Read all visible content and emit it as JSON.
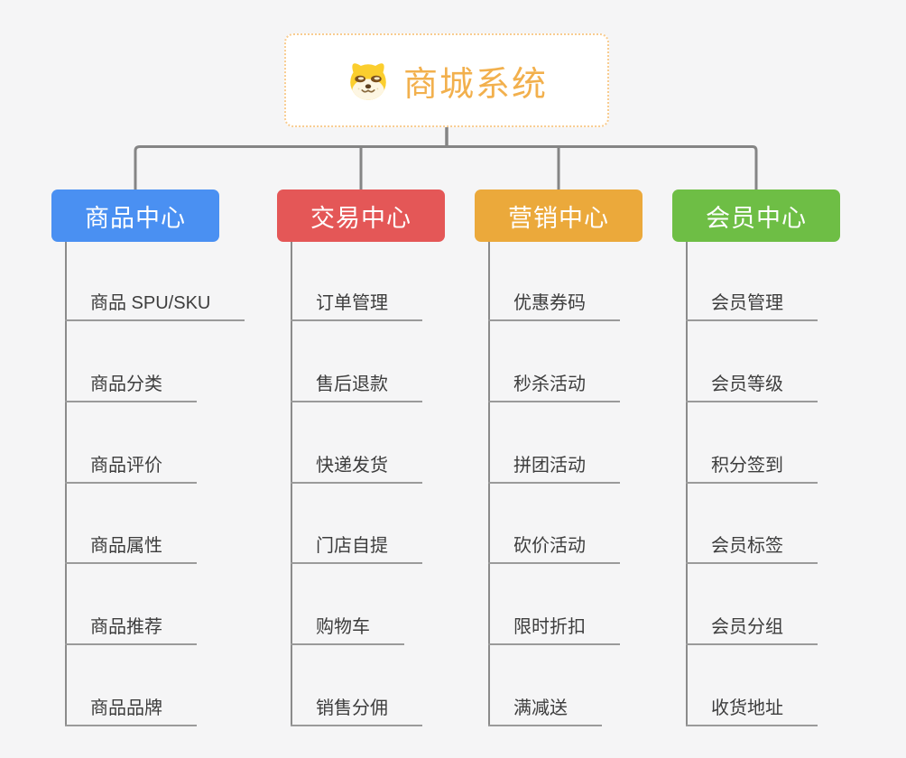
{
  "page": {
    "background_color": "#f5f5f6",
    "connector_color": "#858585",
    "underline_color": "#9a9a9a"
  },
  "root": {
    "title": "商城系统",
    "icon": "doge-icon",
    "text_color": "#f2b04d",
    "border_color": "#f8cc90"
  },
  "branches": [
    {
      "label": "商品中心",
      "color": "#4a90f2",
      "children": [
        "商品 SPU/SKU",
        "商品分类",
        "商品评价",
        "商品属性",
        "商品推荐",
        "商品品牌"
      ]
    },
    {
      "label": "交易中心",
      "color": "#e45757",
      "children": [
        "订单管理",
        "售后退款",
        "快递发货",
        "门店自提",
        "购物车",
        "销售分佣"
      ]
    },
    {
      "label": "营销中心",
      "color": "#eba93b",
      "children": [
        "优惠券码",
        "秒杀活动",
        "拼团活动",
        "砍价活动",
        "限时折扣",
        "满减送"
      ]
    },
    {
      "label": "会员中心",
      "color": "#6ebe45",
      "children": [
        "会员管理",
        "会员等级",
        "积分签到",
        "会员标签",
        "会员分组",
        "收货地址"
      ]
    }
  ]
}
